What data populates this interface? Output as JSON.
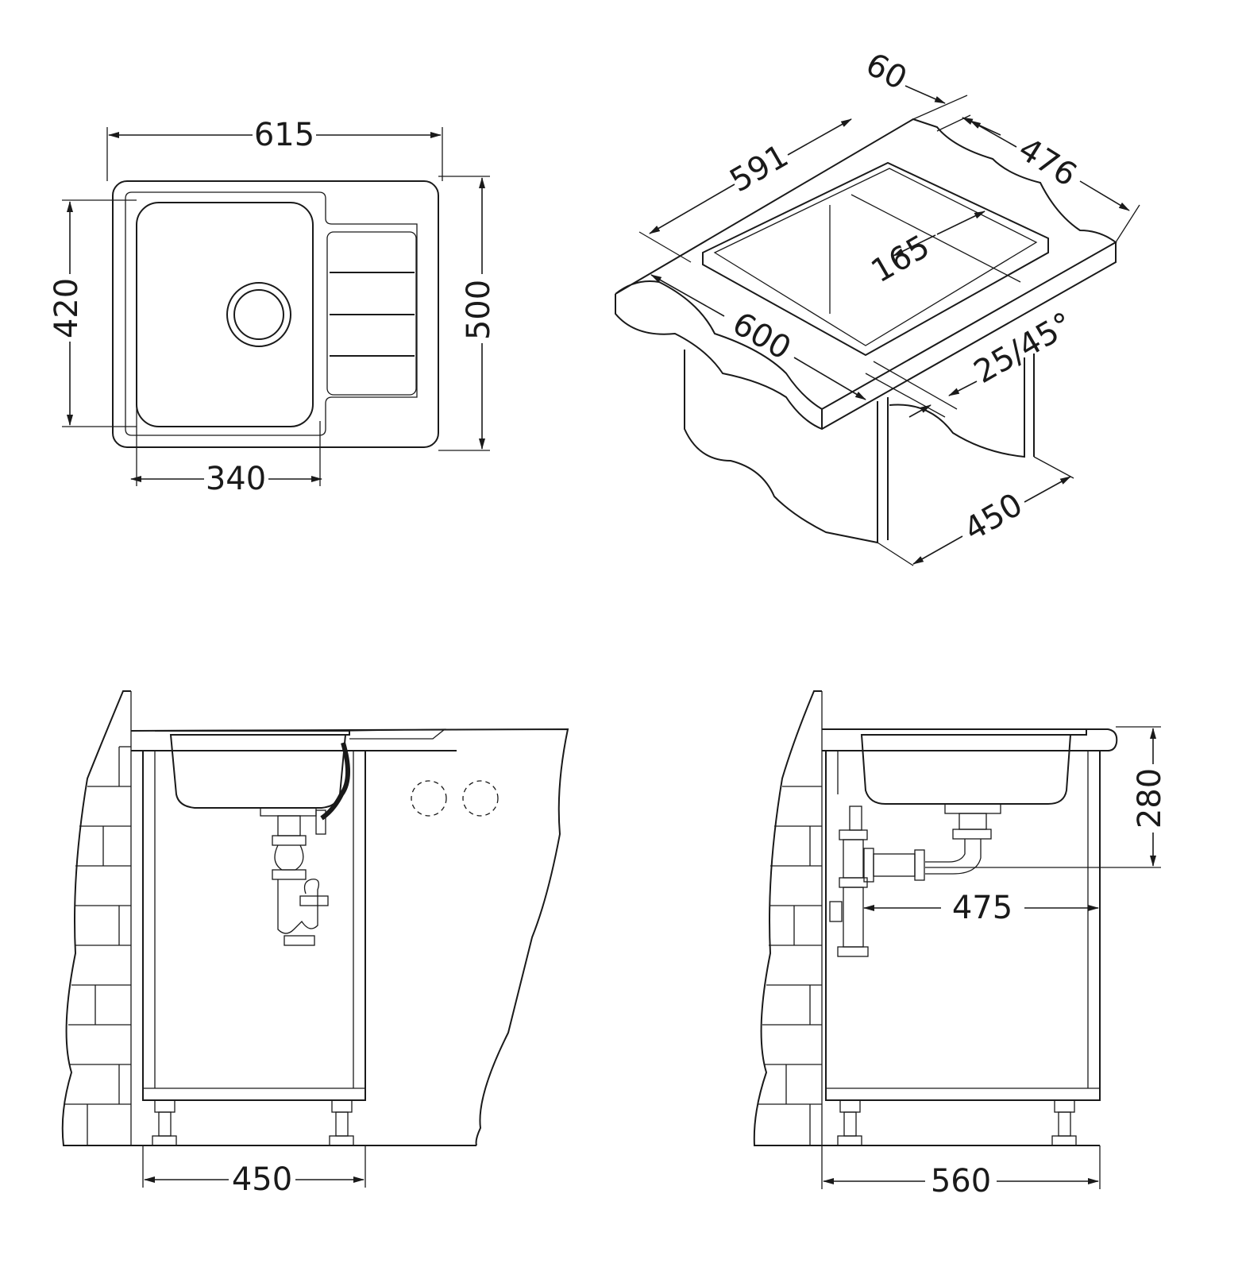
{
  "title": "Kitchen sink installation dimension drawing",
  "units": "mm",
  "top_view": {
    "overall_width": "615",
    "bowl_depth": "420",
    "overall_depth": "500",
    "bowl_width": "340"
  },
  "iso_view": {
    "rim_width": "60",
    "cutout_length": "591",
    "cutout_depth": "476",
    "bowl_depth": "165",
    "min_cabinet_width": "600",
    "edge_radius": "25/45°",
    "cabinet_depth": "450"
  },
  "front_view": {
    "cabinet_width": "450"
  },
  "side_view": {
    "installation_height": "280",
    "drain_offset": "475",
    "cabinet_depth": "560"
  },
  "colors": {
    "line": "#1a1a1a",
    "background": "#ffffff"
  }
}
